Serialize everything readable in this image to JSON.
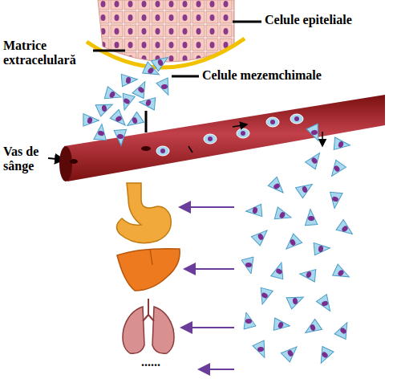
{
  "diagram": {
    "labels": [
      "Celule epiteliale",
      "Matrice extracelulară",
      "Celule mezemchimale",
      "Vas de sânge",
      "......"
    ]
  }
}
